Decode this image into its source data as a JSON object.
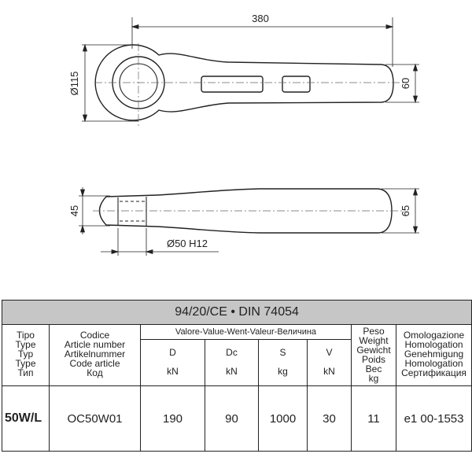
{
  "drawing": {
    "top_view": {
      "length": "380",
      "eye_diameter": "Ø115",
      "width": "60"
    },
    "side_view": {
      "eye_thickness": "45",
      "shank_thickness": "65",
      "bore": "Ø50 H12"
    }
  },
  "table": {
    "standard": "94/20/CE • DIN 74054",
    "headers": {
      "type": [
        "Tipo",
        "Type",
        "Typ",
        "Type",
        "Тип"
      ],
      "code": [
        "Codice",
        "Article number",
        "Artikelnummer",
        "Code article",
        "Код"
      ],
      "value_group": "Valore-Value-Went-Valeur-Величина",
      "weight": [
        "Peso",
        "Weight",
        "Gewicht",
        "Poids",
        "Вес",
        "kg"
      ],
      "approval": [
        "Omologazione",
        "Homologation",
        "Genehmigung",
        "Homologation",
        "Сертификация"
      ]
    },
    "value_columns": [
      {
        "symbol": "D",
        "unit": "kN"
      },
      {
        "symbol": "Dc",
        "unit": "kN"
      },
      {
        "symbol": "S",
        "unit": "kg"
      },
      {
        "symbol": "V",
        "unit": "kN"
      }
    ],
    "row": {
      "model": "50W/L",
      "code": "OC50W01",
      "D": "190",
      "Dc": "90",
      "S": "1000",
      "V": "30",
      "weight": "11",
      "approval": "e1 00-1553"
    }
  }
}
